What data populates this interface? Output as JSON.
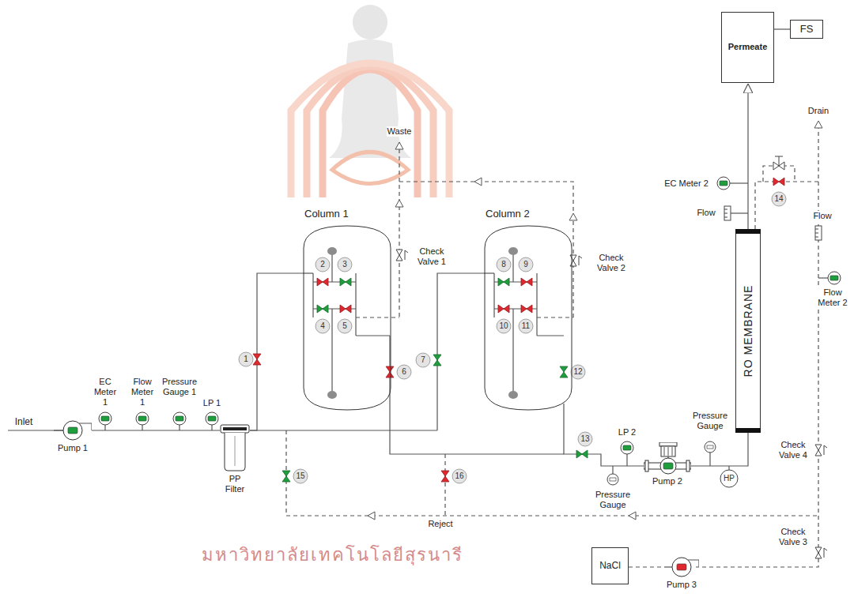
{
  "diagram": {
    "nodes": [
      {
        "text": [
          "Pump 1"
        ]
      },
      {
        "text": [
          "PP Filter"
        ]
      },
      {
        "text": [
          "Column 1"
        ]
      },
      {
        "text": [
          "Column 2"
        ]
      },
      {
        "text": [
          "Pump 2"
        ]
      },
      {
        "text": [
          "RO MEMBRANE"
        ]
      },
      {
        "text": [
          "Permeate"
        ]
      },
      {
        "text": [
          "FS"
        ]
      },
      {
        "text": [
          "NaCl"
        ]
      },
      {
        "text": [
          "Pump 3"
        ]
      }
    ],
    "edges": [
      {
        "from": 0,
        "to": 1,
        "arrow": "none"
      },
      {
        "from": 1,
        "to": 2,
        "arrow": "none"
      },
      {
        "from": 3,
        "to": 4,
        "arrow": "none"
      },
      {
        "from": 4,
        "to": 5,
        "arrow": "none"
      },
      {
        "from": 5,
        "to": 6,
        "arrow": "to"
      },
      {
        "from": 6,
        "to": 7,
        "arrow": "none"
      },
      {
        "from": 8,
        "to": 9,
        "arrow": "none"
      }
    ],
    "labels": [
      "Inlet",
      "EC Meter 1",
      "Flow Meter 1",
      "Pressure Gauge 1",
      "LP 1",
      "Waste",
      "Check Valve 1",
      "Check Valve 2",
      "1",
      "2",
      "3",
      "4",
      "5",
      "6",
      "7",
      "8",
      "9",
      "10",
      "11",
      "12",
      "13",
      "14",
      "15",
      "16",
      "LP 2",
      "Pressure Gauge",
      "Pressure Gauge",
      "HP",
      "EC Meter 2",
      "Flow",
      "Flow",
      "Flow Meter 2",
      "Drain",
      "Check Valve 4",
      "Check Valve 3",
      "Reject",
      "มหาวิทยาลัยเทคโนโลยีสุรนารี"
    ]
  }
}
